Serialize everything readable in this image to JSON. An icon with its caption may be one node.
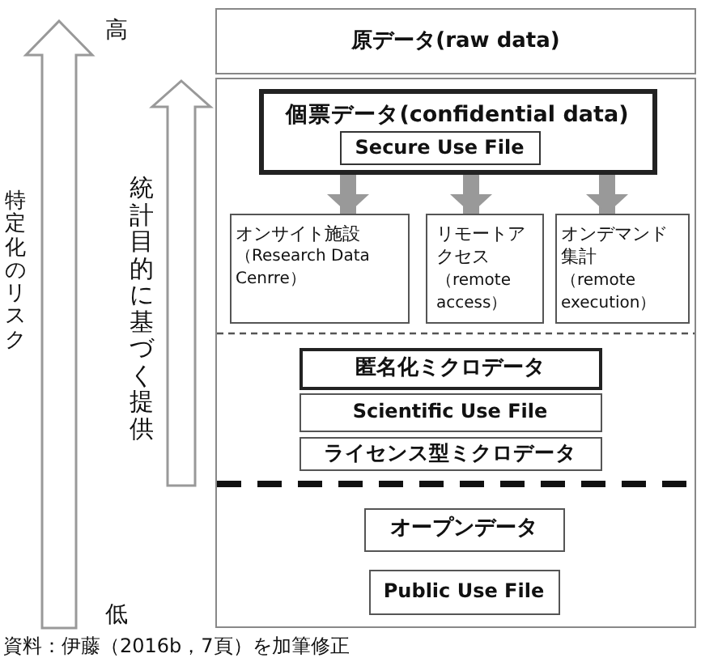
{
  "diagram": {
    "caption": "資料：伊藤（2016b，7頁）を加筆修正",
    "nodes": [
      {
        "text": [
          "原データ(raw data)"
        ]
      },
      {
        "text": [],
        "shape": "box"
      },
      {
        "text": [
          "個票データ(confidential data)"
        ],
        "in": 1
      },
      {
        "text": [
          "Secure Use File"
        ],
        "in": 2
      },
      {
        "text": [
          "オンサイト施設",
          "（Research Data Cenrre）"
        ],
        "in": 1
      },
      {
        "text": [
          "リモートアクセス",
          "（remote access）"
        ],
        "in": 1
      },
      {
        "text": [
          "オンデマンド集計",
          "（remote execution）"
        ],
        "in": 1
      },
      {
        "text": [
          "匿名化ミクロデータ"
        ],
        "in": 1
      },
      {
        "text": [
          "Scientific Use File"
        ],
        "in": 1
      },
      {
        "text": [
          "ライセンス型ミクロデータ"
        ],
        "in": 1
      },
      {
        "text": [
          "オープンデータ"
        ],
        "in": 1
      },
      {
        "text": [
          "Public Use File"
        ],
        "in": 1
      }
    ],
    "edges": [
      {
        "from": 2,
        "to": 4,
        "arrow": "to"
      },
      {
        "from": 2,
        "to": 5,
        "arrow": "to"
      },
      {
        "from": 2,
        "to": 6,
        "arrow": "to"
      }
    ],
    "labels": [
      "高",
      "特定化のリスク",
      "統計目的に基づく提供",
      "低"
    ]
  }
}
